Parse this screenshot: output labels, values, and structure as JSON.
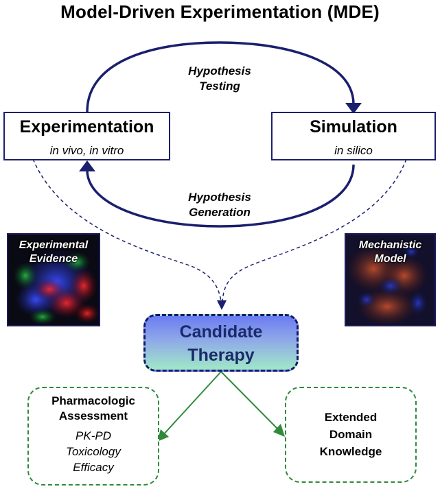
{
  "title": "Model-Driven Experimentation (MDE)",
  "experimentation": {
    "title": "Experimentation",
    "subtitle": "in vivo, in vitro"
  },
  "simulation": {
    "title": "Simulation",
    "subtitle": "in silico"
  },
  "hypothesis_testing": {
    "line1": "Hypothesis",
    "line2": "Testing"
  },
  "hypothesis_generation": {
    "line1": "Hypothesis",
    "line2": "Generation"
  },
  "experimental_evidence": {
    "line1": "Experimental",
    "line2": "Evidence"
  },
  "mechanistic_model": {
    "line1": "Mechanistic",
    "line2": "Model"
  },
  "candidate_therapy": {
    "line1": "Candidate",
    "line2": "Therapy"
  },
  "pharmacologic": {
    "title_line1": "Pharmacologic",
    "title_line2": "Assessment",
    "items": [
      "PK-PD",
      "Toxicology",
      "Efficacy"
    ]
  },
  "extended": {
    "line1": "Extended",
    "line2": "Domain",
    "line3": "Knowledge"
  },
  "colors": {
    "cycle_arrow": "#1a1f6e",
    "dashed_arrow": "#1a1f6e",
    "outcome_arrow": "#2f8a3a",
    "candidate_border": "#14186a",
    "outcome_border": "#2f8a3a"
  }
}
